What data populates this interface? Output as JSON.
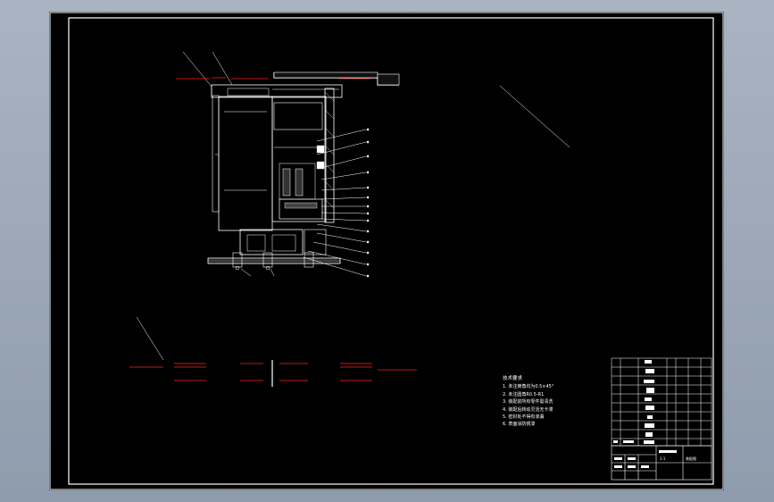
{
  "drawing": {
    "notes_title": "技术要求",
    "notes": [
      "1. 未注倒角均为0.5×45°",
      "2. 未注圆角R0.5-R1",
      "3. 装配前所有零件需清洗",
      "4. 装配后转动灵活无卡滞",
      "5. 密封处不得有渗漏",
      "6. 表面涂防锈漆"
    ],
    "title_block": {
      "drawing_name": "装配图",
      "scale": "1:1"
    }
  },
  "colors": {
    "background": "#000000",
    "line": "#ffffff",
    "dimension": "#ff2020",
    "viewport_bg": "#9aa6b6"
  }
}
